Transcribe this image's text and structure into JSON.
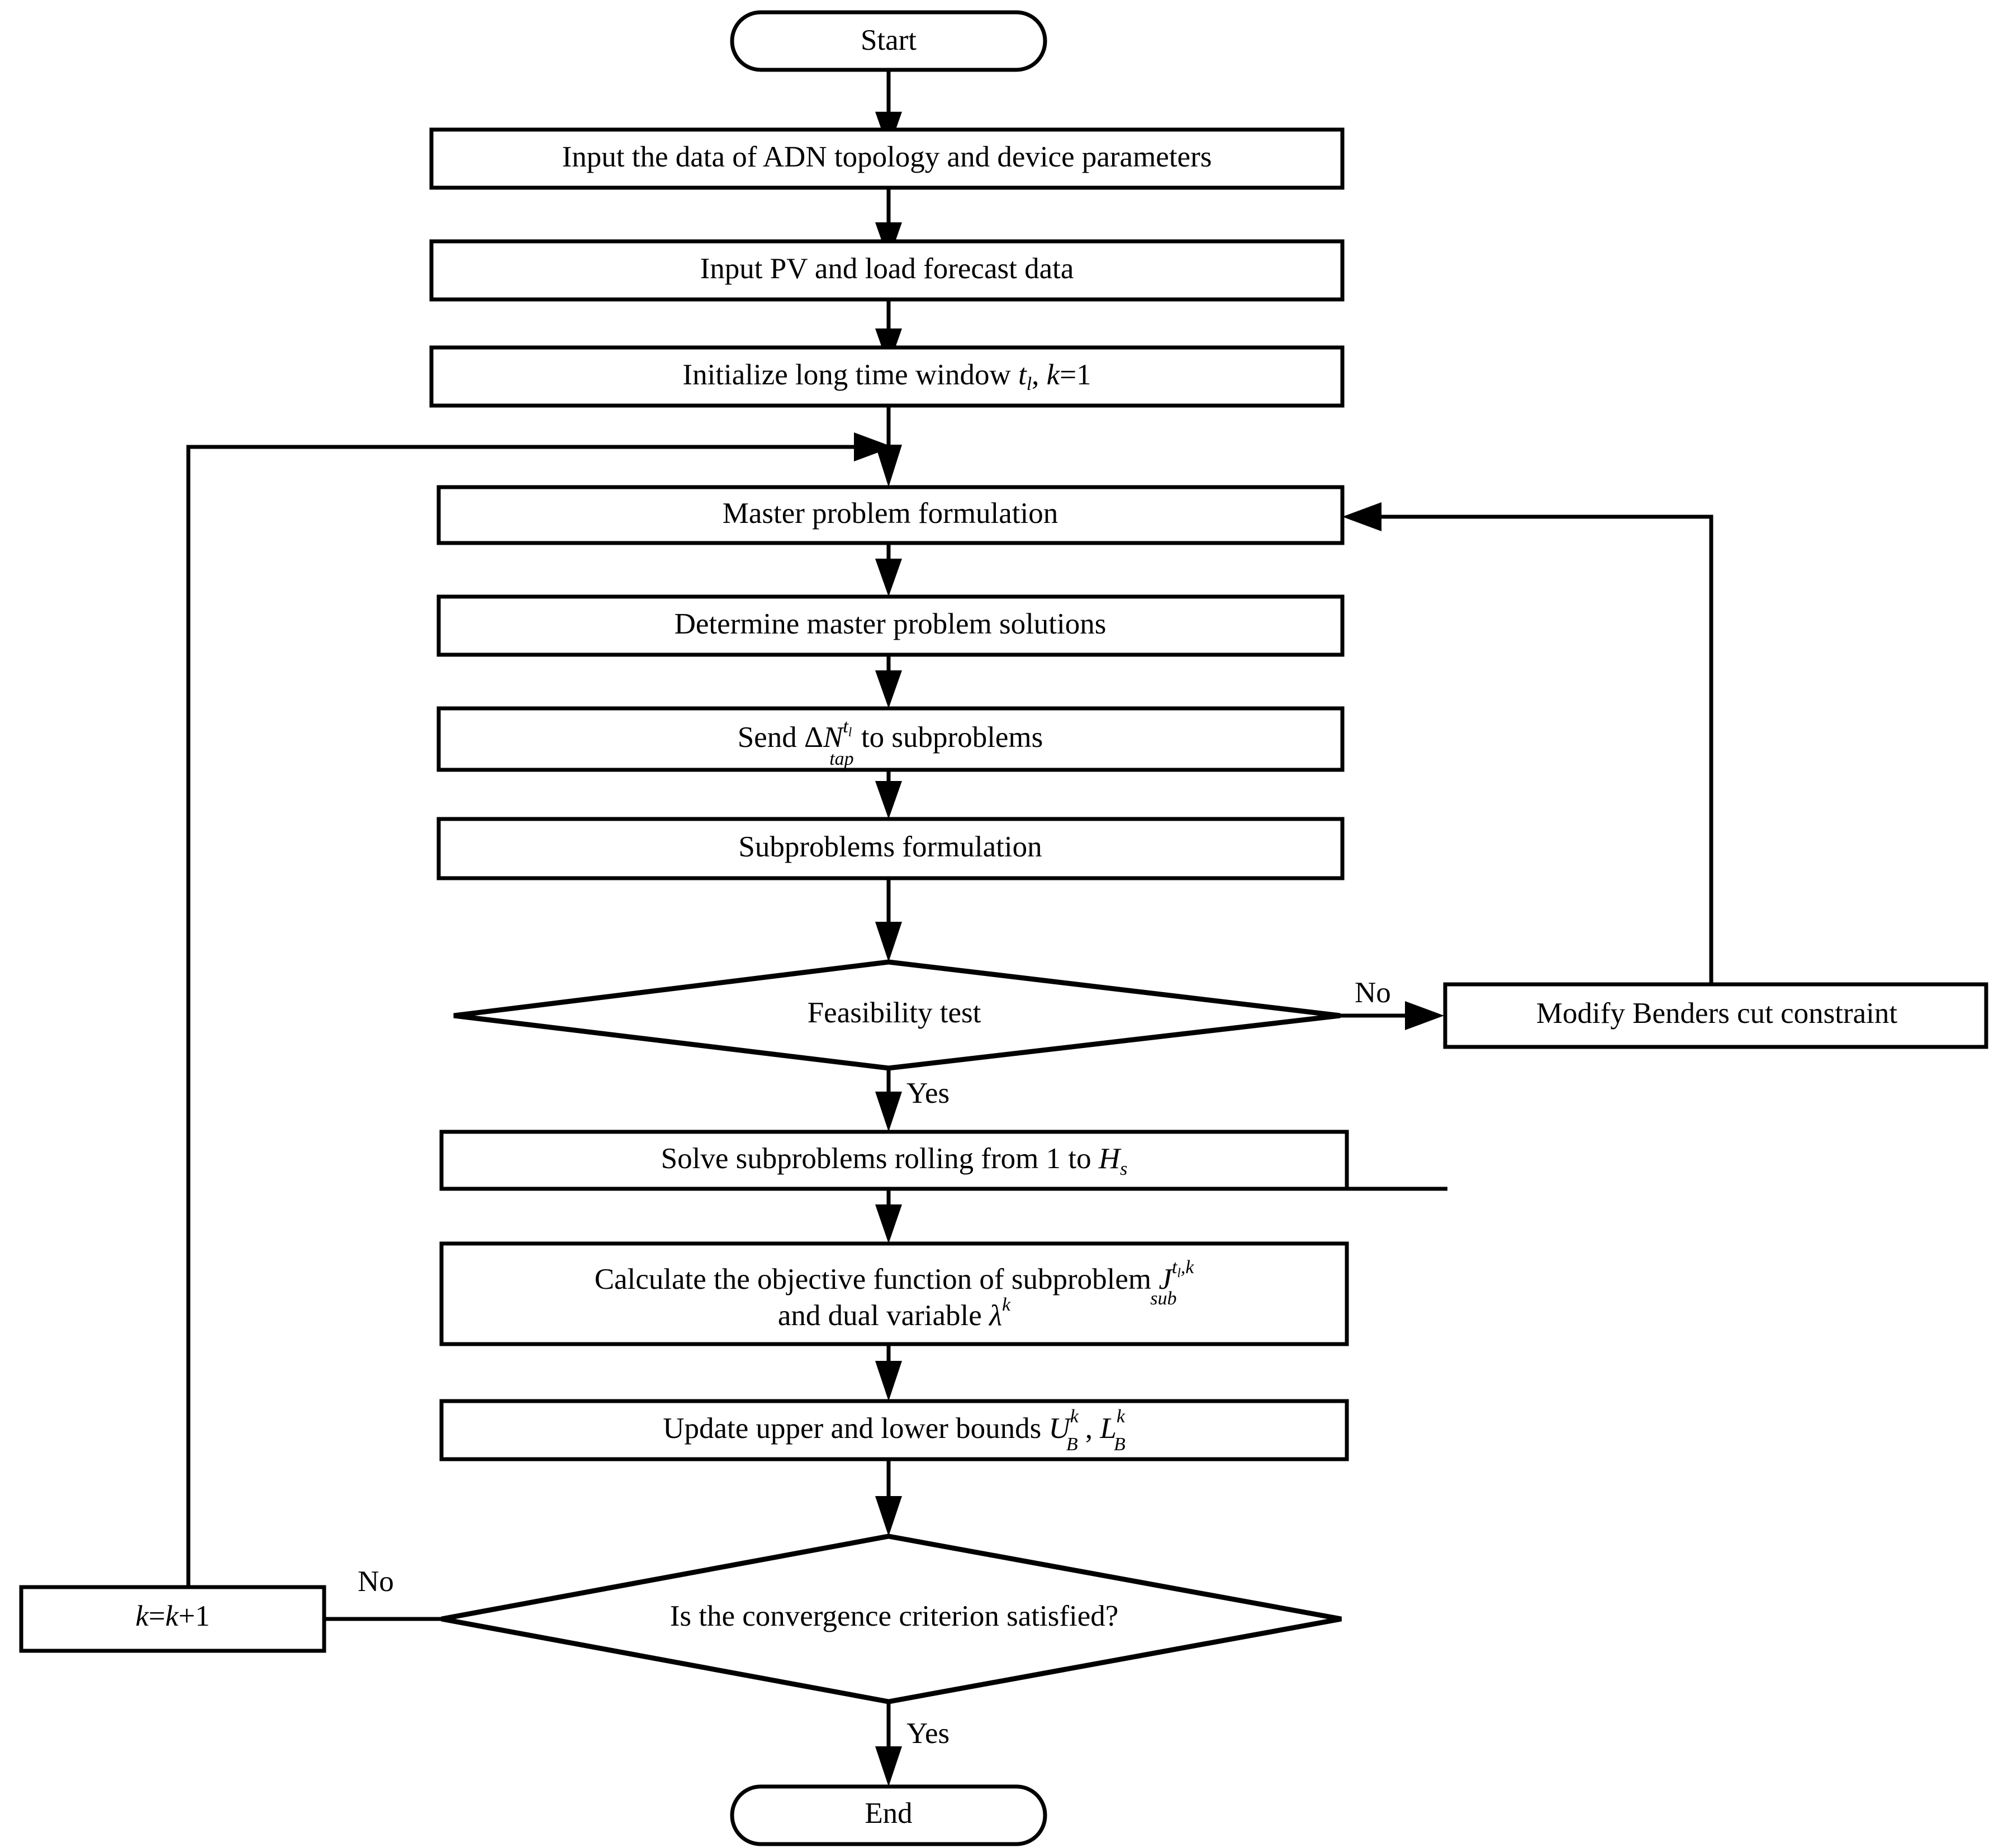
{
  "diagram": {
    "title": "Benders decomposition flowchart for ADN volt/var optimization",
    "type": "flowchart",
    "background_color": "#ffffff",
    "line_color": "#000000",
    "fill_color": "#ffffff"
  },
  "nodes": {
    "start": {
      "label": "Start",
      "shape": "terminator"
    },
    "input_topology": {
      "label": "Input the data of ADN topology and device parameters",
      "shape": "process"
    },
    "input_pv": {
      "label": "Input PV and load forecast data",
      "shape": "process"
    },
    "initialize": {
      "label": "Initialize long time window t_l,  k=1",
      "shape": "process",
      "parts": {
        "lead": "Initialize long time window ",
        "var_t": "t",
        "sub_l": "l",
        "comma": ",  ",
        "var_k": "k",
        "tail": "=1"
      }
    },
    "master_formulation": {
      "label": "Master problem formulation",
      "shape": "process"
    },
    "determine_master": {
      "label": "Determine master problem solutions",
      "shape": "process"
    },
    "send_tap": {
      "label": "Send ΔN_tap^{t_l} to subproblems",
      "shape": "process",
      "parts": {
        "lead": "Send Δ",
        "var_n": "N",
        "sup_t": "t",
        "sup_sub_l": "l",
        "sub_tap": "tap",
        "tail": " to subproblems"
      }
    },
    "subproblems_formulation": {
      "label": "Subproblems formulation",
      "shape": "process"
    },
    "feasibility_test": {
      "label": "Feasibility test",
      "shape": "decision"
    },
    "modify_benders": {
      "label": "Modify Benders cut constraint",
      "shape": "process"
    },
    "solve_rolling": {
      "label": "Solve subproblems rolling from 1 to H_s",
      "shape": "process",
      "parts": {
        "lead": "Solve subproblems rolling from 1 to ",
        "var_h": "H",
        "sub_s": "s"
      }
    },
    "calculate_objective": {
      "label": "Calculate the objective function of subproblem J^{t_l,k}_{sub} and dual variable λ^k",
      "shape": "process",
      "parts": {
        "line1_lead": "Calculate the objective function of subproblem ",
        "var_j": "J",
        "sup_tl_k": "t",
        "sup_l": "l",
        "sup_comma_k": ",k",
        "sub_sub": "sub",
        "line2_lead": "and dual variable ",
        "var_lambda": "λ",
        "sup_k": "k"
      }
    },
    "update_bounds": {
      "label": "Update upper and lower bounds U_B^k , L_B^k",
      "shape": "process",
      "parts": {
        "lead": "Update upper and lower bounds ",
        "var_u": "U",
        "u_sup_k": "k",
        "u_sub_b": "B",
        "separator": " , ",
        "var_l": "L",
        "l_sup_k": "k",
        "l_sub_b": "B"
      }
    },
    "convergence_test": {
      "label": "Is the convergence criterion satisfied?",
      "shape": "decision"
    },
    "increment_k": {
      "label": "k=k+1",
      "shape": "process",
      "parts": {
        "var_k1": "k",
        "eq": "=",
        "var_k2": "k",
        "tail": "+1"
      }
    },
    "end": {
      "label": "End",
      "shape": "terminator"
    }
  },
  "edge_labels": {
    "feasibility_no": "No",
    "feasibility_yes": "Yes",
    "convergence_no": "No",
    "convergence_yes": "Yes"
  }
}
